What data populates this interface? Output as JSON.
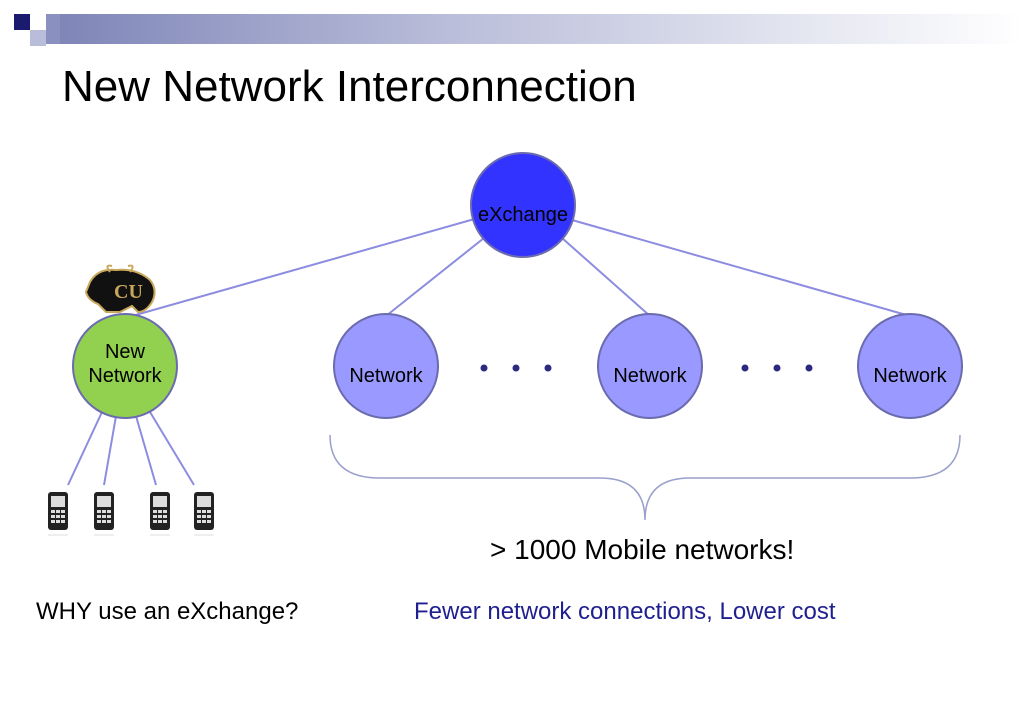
{
  "slide": {
    "title": "New Network Interconnection",
    "hub_label": "eXchange",
    "new_network_label": [
      "New",
      "Network"
    ],
    "network_label": "Network",
    "ellipsis": "• • •",
    "range_text": "> 1000 Mobile networks!",
    "question": "WHY use an eXchange?",
    "answer": "Fewer network connections, Lower cost"
  },
  "colors": {
    "hub": "#3333ff",
    "network": "#9999ff",
    "new_network": "#92d050",
    "line": "#8c8ce0",
    "answer": "#1f1f8f",
    "accent": "#1a1a6e"
  },
  "icons": [
    "buffalo-logo-icon",
    "mobile-phone-icon"
  ]
}
